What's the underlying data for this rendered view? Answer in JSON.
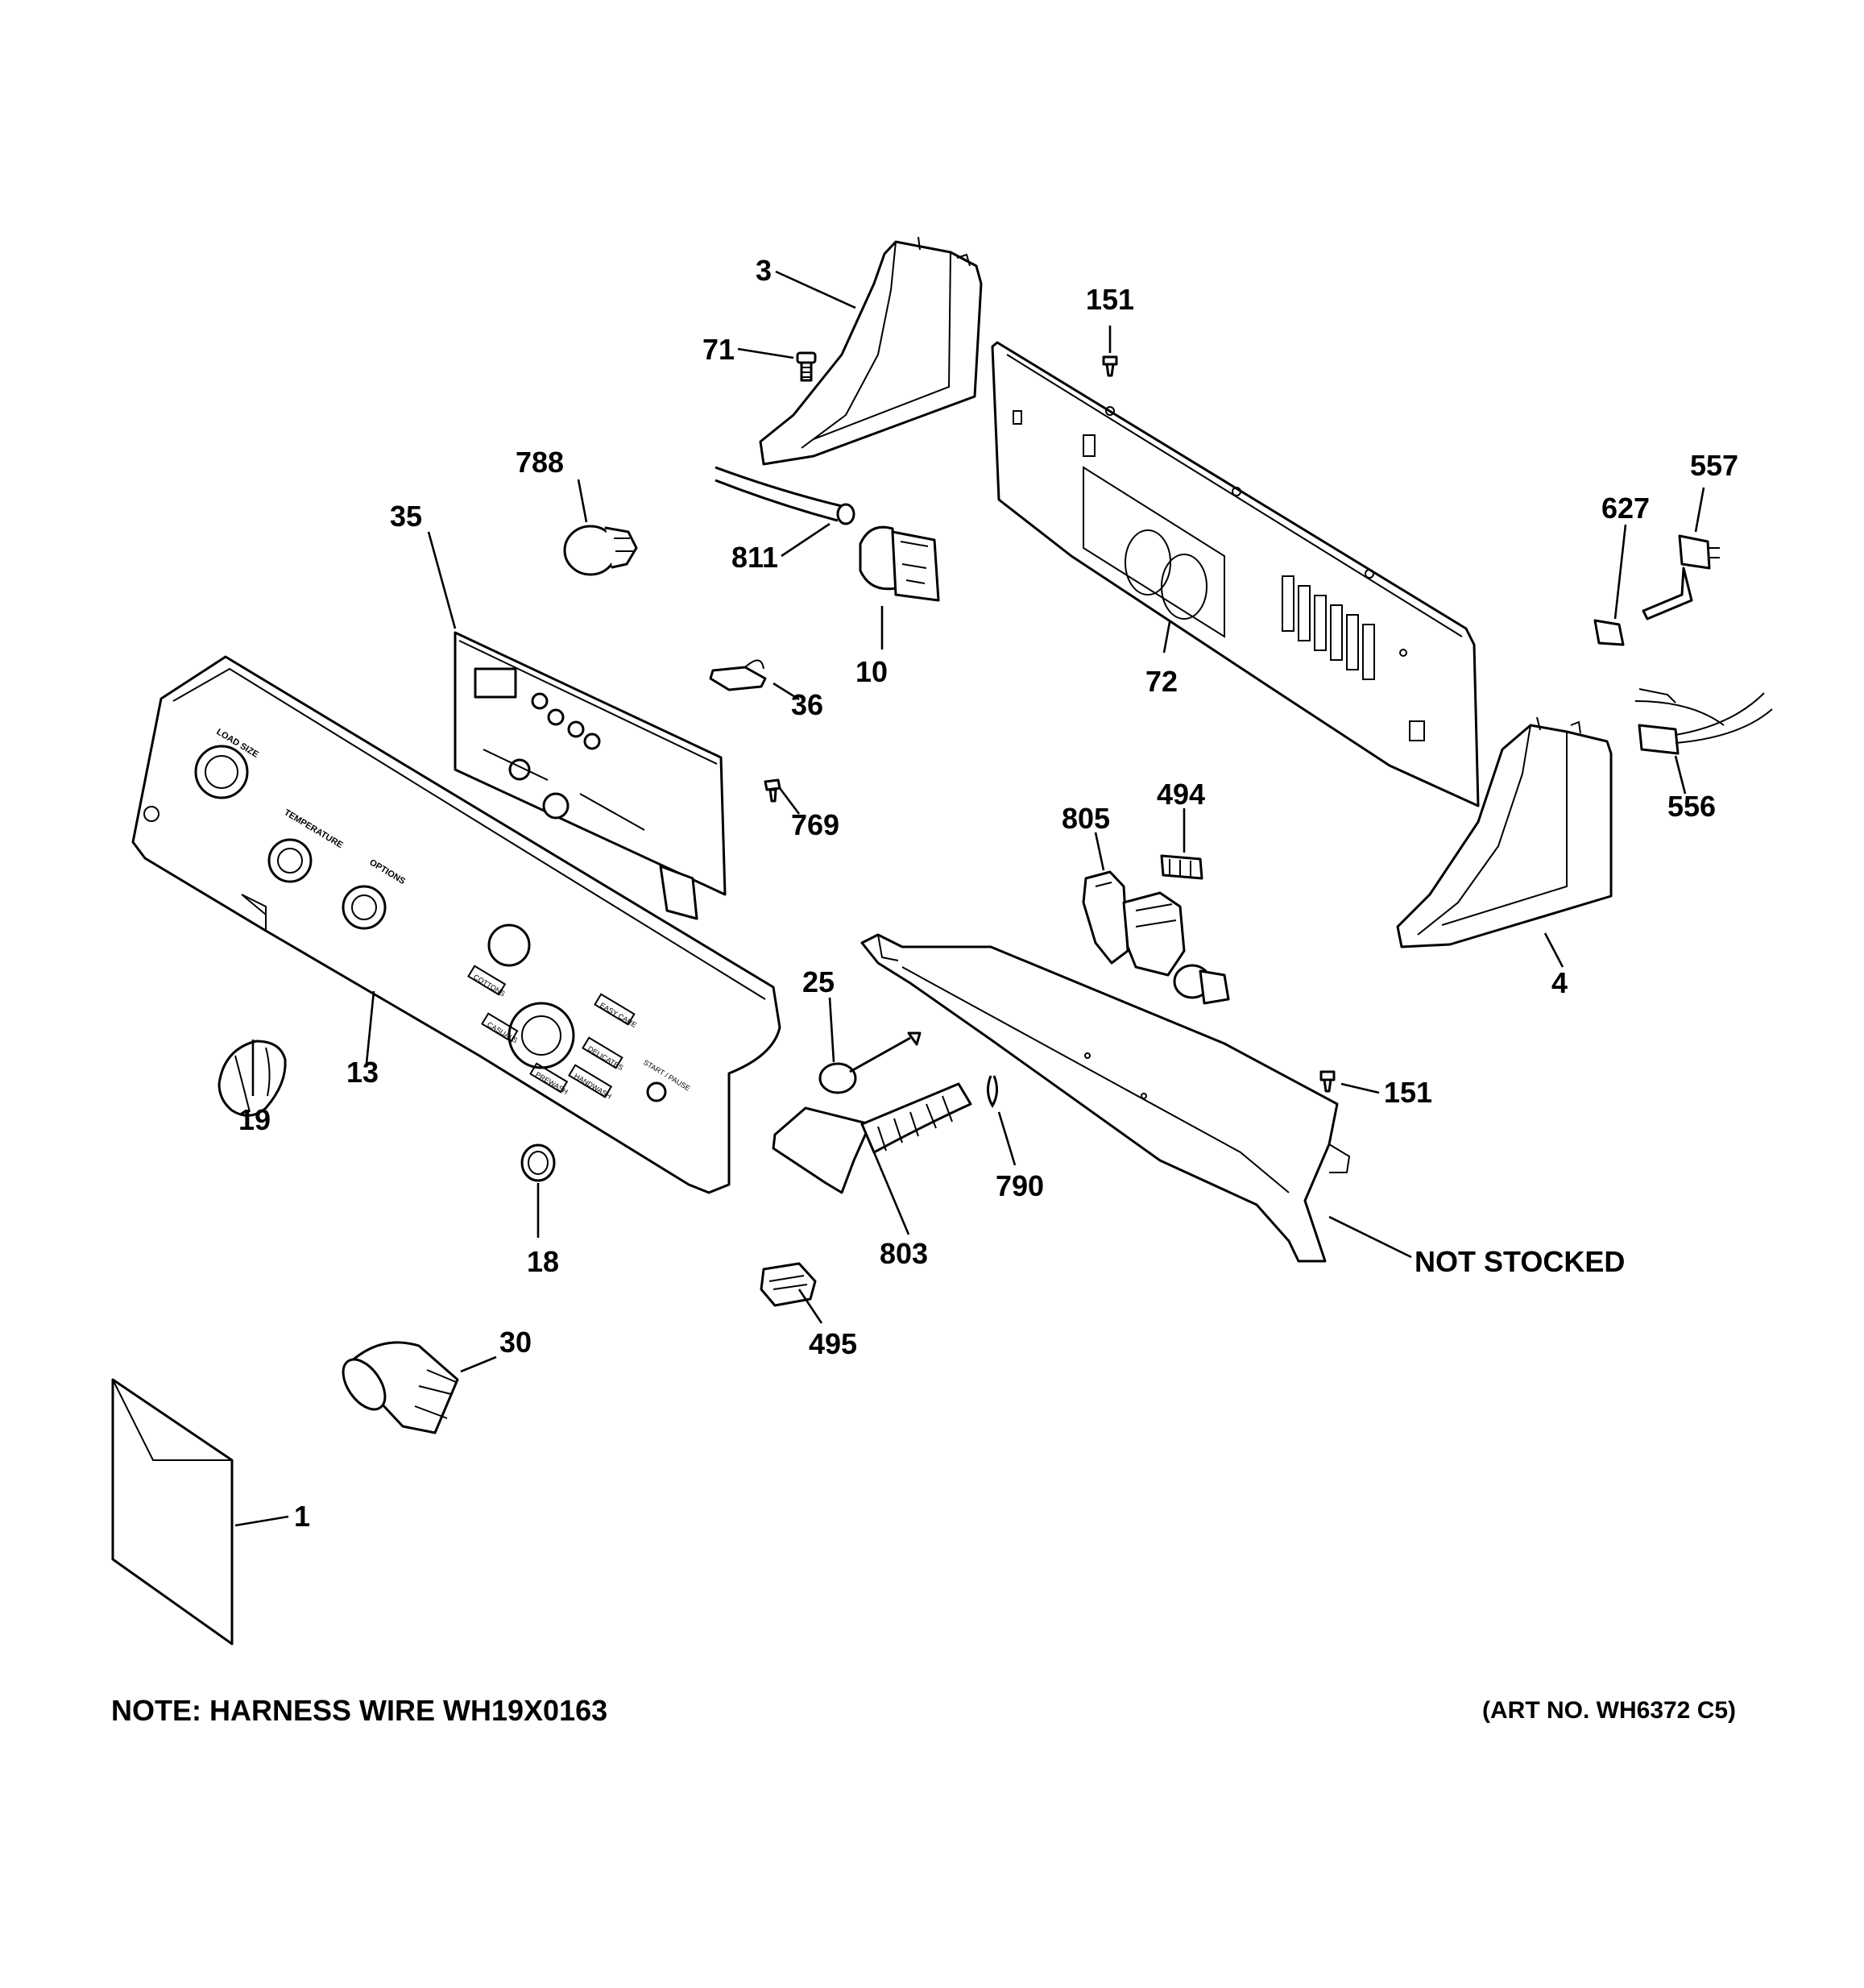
{
  "diagram": {
    "callouts": [
      "3",
      "71",
      "151",
      "788",
      "35",
      "811",
      "10",
      "72",
      "627",
      "557",
      "36",
      "769",
      "805",
      "494",
      "556",
      "4",
      "25",
      "13",
      "19",
      "151",
      "790",
      "803",
      "18",
      "495",
      "30",
      "1"
    ],
    "not_stocked": "NOT STOCKED",
    "note": "NOTE: HARNESS WIRE WH19X0163",
    "art_no": "(ART NO. WH6372 C5)"
  },
  "panel": {
    "load_size": "LOAD SIZE",
    "temperature": "TEMPERATURE",
    "options": "OPTIONS",
    "cottons": "COTTONS",
    "easy_care": "EASY CARE",
    "delicates": "DELICATES",
    "casuals": "CASUALS",
    "prewash": "PREWASH",
    "handwash": "HANDWASH",
    "start_pause": "START / PAUSE"
  }
}
